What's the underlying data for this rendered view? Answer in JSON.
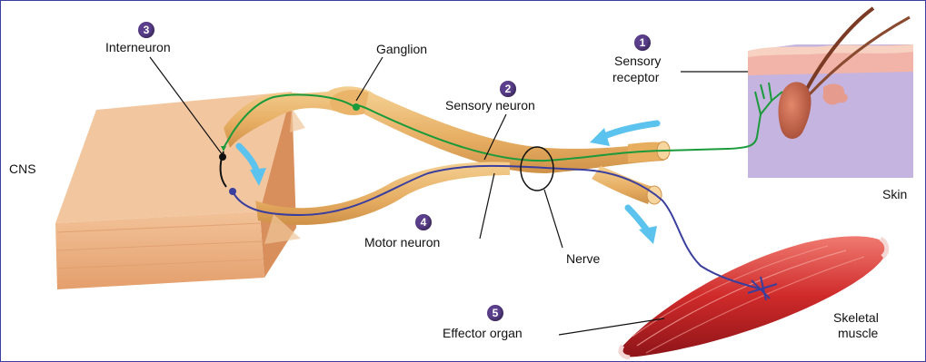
{
  "labels": {
    "cns": "CNS",
    "interneuron": "Interneuron",
    "ganglion": "Ganglion",
    "sensory_neuron": "Sensory neuron",
    "sensory_receptor_line1": "Sensory",
    "sensory_receptor_line2": "receptor",
    "skin": "Skin",
    "motor_neuron": "Motor neuron",
    "nerve": "Nerve",
    "effector_organ": "Effector organ",
    "skeletal_muscle_line1": "Skeletal",
    "skeletal_muscle_line2": "muscle"
  },
  "badges": {
    "sensory_receptor": "1",
    "sensory_neuron": "2",
    "interneuron": "3",
    "motor_neuron": "4",
    "effector_organ": "5"
  },
  "colors": {
    "sensory_path": "#1a9a3a",
    "motor_path": "#3a3f9e",
    "nerve_tissue": "#e8b36c",
    "cns_block": "#f0b889",
    "skin": "#c9b6e0",
    "muscle": "#c8242a",
    "arrow": "#5cc3ee",
    "badge": "#5b3f8c"
  }
}
